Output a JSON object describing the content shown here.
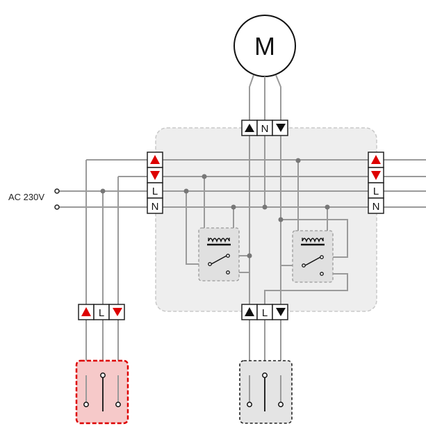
{
  "motor": {
    "label": "M"
  },
  "supply": {
    "label": "AC 230V"
  },
  "terminals": {
    "neutral": "N",
    "live": "L"
  },
  "colors": {
    "wire": "#9a9a9a",
    "housing_fill": "#eeeeee",
    "housing_stroke": "#c8c8c8",
    "arrow_red": "#dd0000",
    "arrow_black": "#111111",
    "red_switch_fill": "#f6c9c9",
    "red_switch_stroke": "#dd0000",
    "gray_switch_fill": "#e4e4e4",
    "gray_switch_stroke": "#222222"
  },
  "icons": [
    "motor-symbol",
    "up-arrow-icon",
    "down-arrow-icon",
    "relay-coil-icon",
    "relay-contact-icon",
    "switch-contact-icon"
  ]
}
